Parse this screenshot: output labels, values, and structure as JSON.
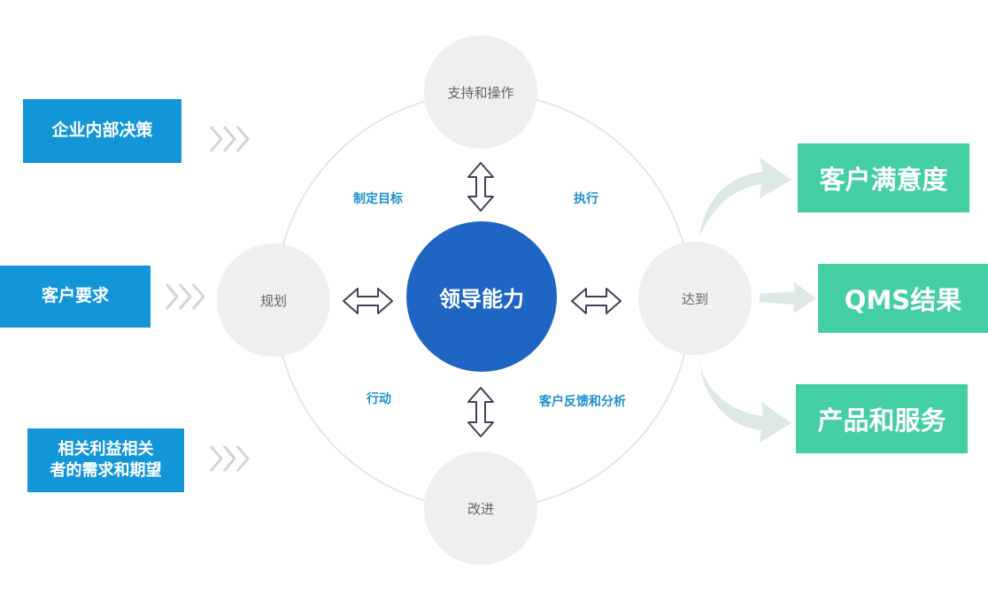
{
  "center": {
    "label": "领导能力"
  },
  "nodes": {
    "top": "支持和操作",
    "left": "规划",
    "right": "达到",
    "bottom": "改进"
  },
  "flow_labels": {
    "top_left": "制定目标",
    "top_right": "执行",
    "bottom_left": "行动",
    "bottom_right": "客户反馈和分析"
  },
  "inputs": [
    {
      "label": "企业内部决策"
    },
    {
      "label": "客户要求"
    },
    {
      "label": "相关利益相关\n者的需求和期望"
    }
  ],
  "outputs": [
    {
      "label": "客户满意度"
    },
    {
      "label": "QMS结果"
    },
    {
      "label": "产品和服务"
    }
  ],
  "colors": {
    "input_blue": "#1296d8",
    "center_blue": "#1f66c4",
    "output_green": "#43cfa3",
    "node_gray": "#efefef",
    "label_blue": "#1c8fd0"
  }
}
